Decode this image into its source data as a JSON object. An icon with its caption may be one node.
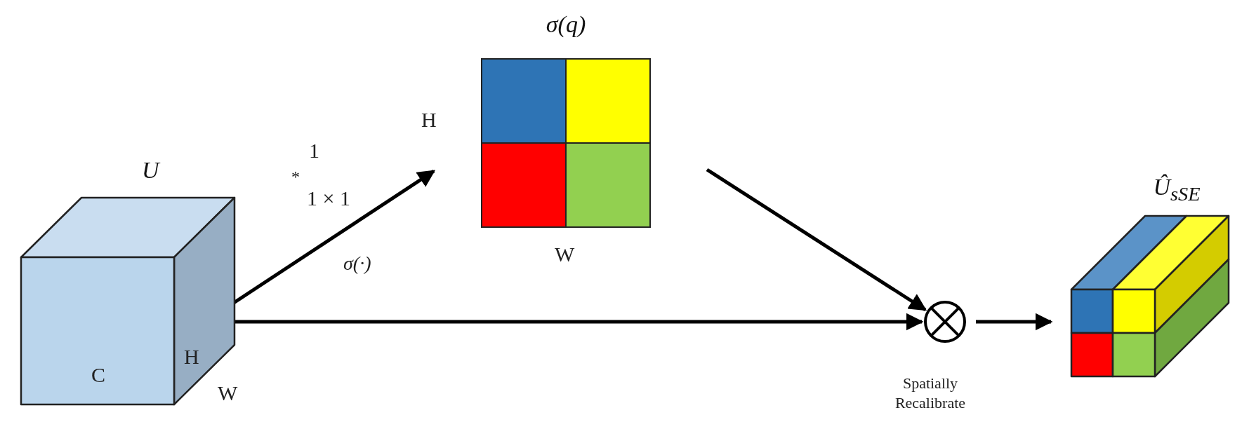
{
  "diagram": {
    "nodes": [
      {
        "text": [
          "U"
        ]
      },
      {
        "text": [
          "σ(q)"
        ]
      },
      {
        "text": [],
        "shape": "circle",
        "beside": [
          "Spatially Recalibrate"
        ]
      },
      {
        "text": [
          "Û$_{sSE}$"
        ]
      }
    ],
    "edges": [
      {
        "from": 0,
        "to": 1,
        "arrow": "to",
        "label": "σ(·)"
      },
      {
        "from": 0,
        "to": 2,
        "arrow": "to"
      },
      {
        "from": 1,
        "to": 2,
        "arrow": "to"
      },
      {
        "from": 2,
        "to": 3,
        "arrow": "to"
      }
    ],
    "labels": [
      "1",
      "*",
      "1 × 1",
      "H",
      "W",
      "C",
      "H",
      "W"
    ]
  }
}
